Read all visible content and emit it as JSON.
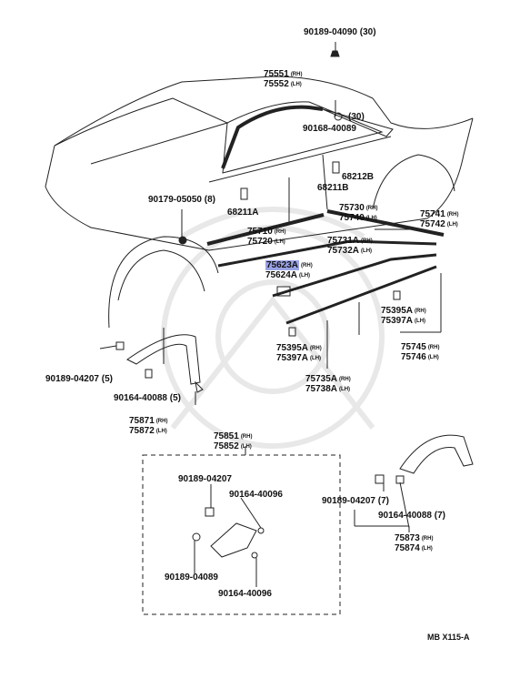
{
  "diagram_code": "MB X115-A",
  "labels": {
    "p90189_04090": "90189-04090",
    "p90189_04090_qty": "(30)",
    "p75551": "75551",
    "p75551_side": "(RH)",
    "p75552": "75552",
    "p75552_side": "(LH)",
    "qty30": "(30)",
    "p90168_40089": "90168-40089",
    "p68212b": "68212B",
    "p68211b": "68211B",
    "p90179_05050": "90179-05050",
    "p90179_05050_qty": "(8)",
    "p68211a": "68211A",
    "p75730": "75730",
    "p75730_side": "(RH)",
    "p75740": "75740",
    "p75740_side": "(LH)",
    "p75741": "75741",
    "p75741_side": "(RH)",
    "p75742": "75742",
    "p75742_side": "(LH)",
    "p75710": "75710",
    "p75710_side": "(RH)",
    "p75720": "75720",
    "p75720_side": "(LH)",
    "p75731a": "75731A",
    "p75731a_side": "(RH)",
    "p75732a": "75732A",
    "p75732a_side": "(LH)",
    "p75623a": "75623A",
    "p75623a_side": "(RH)",
    "p75624a": "75624A",
    "p75624a_side": "(LH)",
    "p75395a_r": "75395A",
    "p75395a_r_side": "(RH)",
    "p75397a_r": "75397A",
    "p75397a_r_side": "(LH)",
    "p75395a_c": "75395A",
    "p75395a_c_side": "(RH)",
    "p75397a_c": "75397A",
    "p75397a_c_side": "(LH)",
    "p75745": "75745",
    "p75745_side": "(RH)",
    "p75746": "75746",
    "p75746_side": "(LH)",
    "p75735a": "75735A",
    "p75735a_side": "(RH)",
    "p75738a": "75738A",
    "p75738a_side": "(LH)",
    "p90189_04207_l": "90189-04207",
    "p90189_04207_l_qty": "(5)",
    "p90164_40088_l": "90164-40088",
    "p90164_40088_l_qty": "(5)",
    "p75871": "75871",
    "p75871_side": "(RH)",
    "p75872": "75872",
    "p75872_side": "(LH)",
    "p75851": "75851",
    "p75851_side": "(RH)",
    "p75852": "75852",
    "p75852_side": "(LH)",
    "p90189_04207_b": "90189-04207",
    "p90164_40096_t": "90164-40096",
    "p90189_04089": "90189-04089",
    "p90164_40096_b": "90164-40096",
    "p90189_04207_r": "90189-04207",
    "p90189_04207_r_qty": "(7)",
    "p90164_40088_r": "90164-40088",
    "p90164_40088_r_qty": "(7)",
    "p75873": "75873",
    "p75873_side": "(RH)",
    "p75874": "75874",
    "p75874_side": "(LH)"
  },
  "highlight_color": "#9aa3e6"
}
